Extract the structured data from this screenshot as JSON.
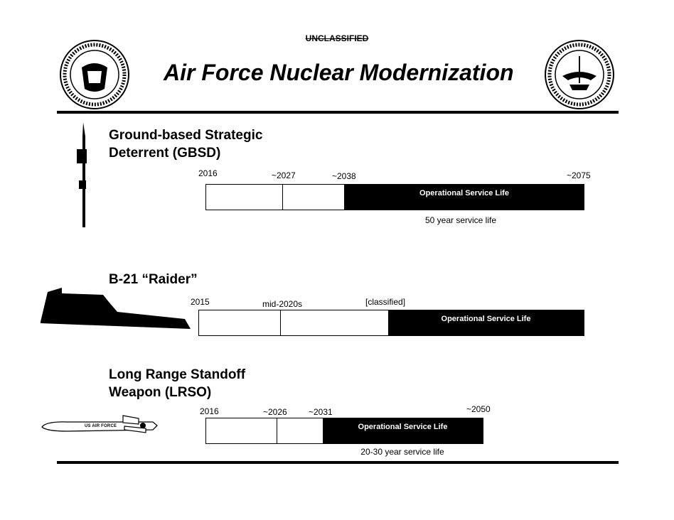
{
  "banner": "UNCLASSIFIED",
  "title": "Air Force Nuclear Modernization",
  "seals": {
    "left": "Department of the Air Force seal",
    "right": "Department of the Navy seal"
  },
  "programs": [
    {
      "name_line1": "Ground-based Strategic",
      "name_line2": "Deterrent (GBSD)",
      "icon": "icbm-missile-icon",
      "milestones": [
        "2016",
        "~2027",
        "~2038",
        "~2075"
      ],
      "bar_label": "Operational Service Life",
      "note": "50 year service life"
    },
    {
      "name_line1": "B-21 “Raider”",
      "name_line2": "",
      "icon": "stealth-bomber-icon",
      "milestones": [
        "2015",
        "mid-2020s",
        "[classified]"
      ],
      "bar_label": "Operational Service Life",
      "note": ""
    },
    {
      "name_line1": "Long Range Standoff",
      "name_line2": "Weapon (LRSO)",
      "icon": "cruise-missile-icon",
      "icon_text": "US AIR FORCE",
      "milestones": [
        "2016",
        "~2026",
        "~2031",
        "~2050"
      ],
      "bar_label": "Operational Service Life",
      "note": "20-30 year service life"
    }
  ]
}
